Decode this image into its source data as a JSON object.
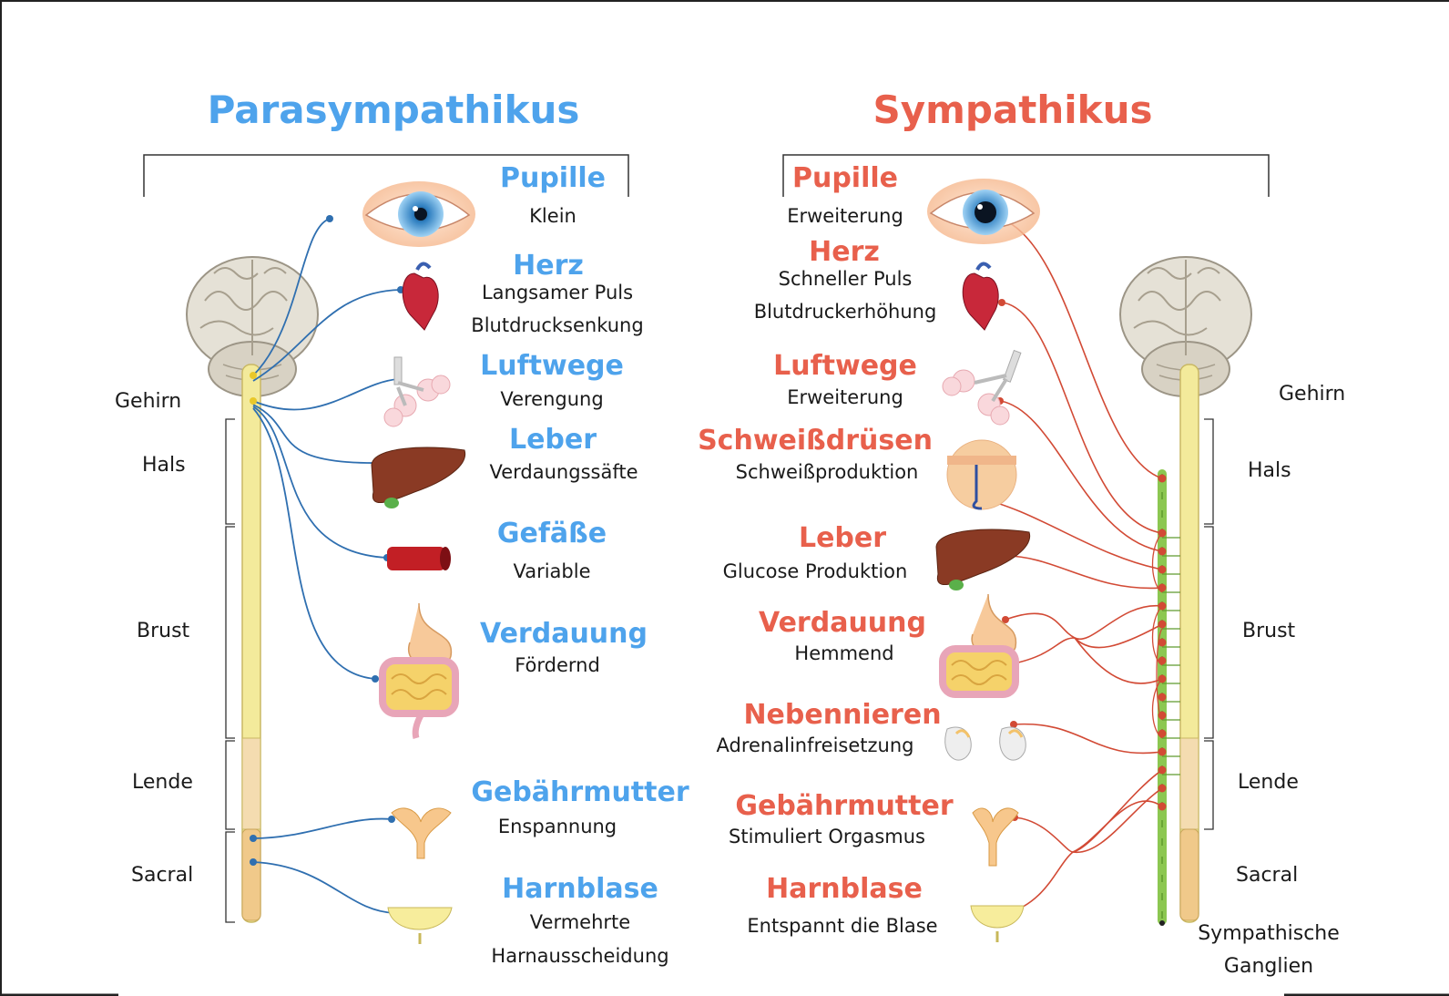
{
  "colors": {
    "parasympathetic": "#4ea3ec",
    "sympathetic": "#e8604c",
    "nerve_blue": "#2f6fb0",
    "nerve_red": "#d24a35",
    "spine": "#f3ea9b",
    "ganglia": "#8cc751"
  },
  "para": {
    "title": "Parasympathikus",
    "regions": [
      "Gehirn",
      "Hals",
      "Brust",
      "Lende",
      "Sacral"
    ],
    "organs": [
      {
        "name": "Pupille",
        "effect": [
          "Klein"
        ],
        "icon": "eye-icon"
      },
      {
        "name": "Herz",
        "effect": [
          "Langsamer Puls",
          "Blutdrucksenkung"
        ],
        "icon": "heart-icon"
      },
      {
        "name": "Luftwege",
        "effect": [
          "Verengung"
        ],
        "icon": "lungs-icon"
      },
      {
        "name": "Leber",
        "effect": [
          "Verdaungssäfte"
        ],
        "icon": "liver-icon"
      },
      {
        "name": "Gefäße",
        "effect": [
          "Variable"
        ],
        "icon": "vessel-icon"
      },
      {
        "name": "Verdauung",
        "effect": [
          "Fördernd"
        ],
        "icon": "digestive-icon"
      },
      {
        "name": "Gebährmutter",
        "effect": [
          "Enspannung"
        ],
        "icon": "uterus-icon"
      },
      {
        "name": "Harnblase",
        "effect": [
          "Vermehrte",
          "Harnausscheidung"
        ],
        "icon": "bladder-icon"
      }
    ]
  },
  "sym": {
    "title": "Sympathikus",
    "regions": [
      "Gehirn",
      "Hals",
      "Brust",
      "Lende",
      "Sacral"
    ],
    "ganglia_label": [
      "Sympathische",
      "Ganglien"
    ],
    "organs": [
      {
        "name": "Pupille",
        "effect": [
          "Erweiterung"
        ],
        "icon": "eye-icon"
      },
      {
        "name": "Herz",
        "effect": [
          "Schneller Puls",
          "Blutdruckerhöhung"
        ],
        "icon": "heart-icon"
      },
      {
        "name": "Luftwege",
        "effect": [
          "Erweiterung"
        ],
        "icon": "lungs-icon"
      },
      {
        "name": "Schweißdrüsen",
        "effect": [
          "Schweißproduktion"
        ],
        "icon": "sweat-gland-icon"
      },
      {
        "name": "Leber",
        "effect": [
          "Glucose Produktion"
        ],
        "icon": "liver-icon"
      },
      {
        "name": "Verdauung",
        "effect": [
          "Hemmend"
        ],
        "icon": "digestive-icon"
      },
      {
        "name": "Nebennieren",
        "effect": [
          "Adrenalinfreisetzung"
        ],
        "icon": "adrenal-icon"
      },
      {
        "name": "Gebährmutter",
        "effect": [
          "Stimuliert Orgasmus"
        ],
        "icon": "uterus-icon"
      },
      {
        "name": "Harnblase",
        "effect": [
          "Entspannt die Blase"
        ],
        "icon": "bladder-icon"
      }
    ]
  }
}
